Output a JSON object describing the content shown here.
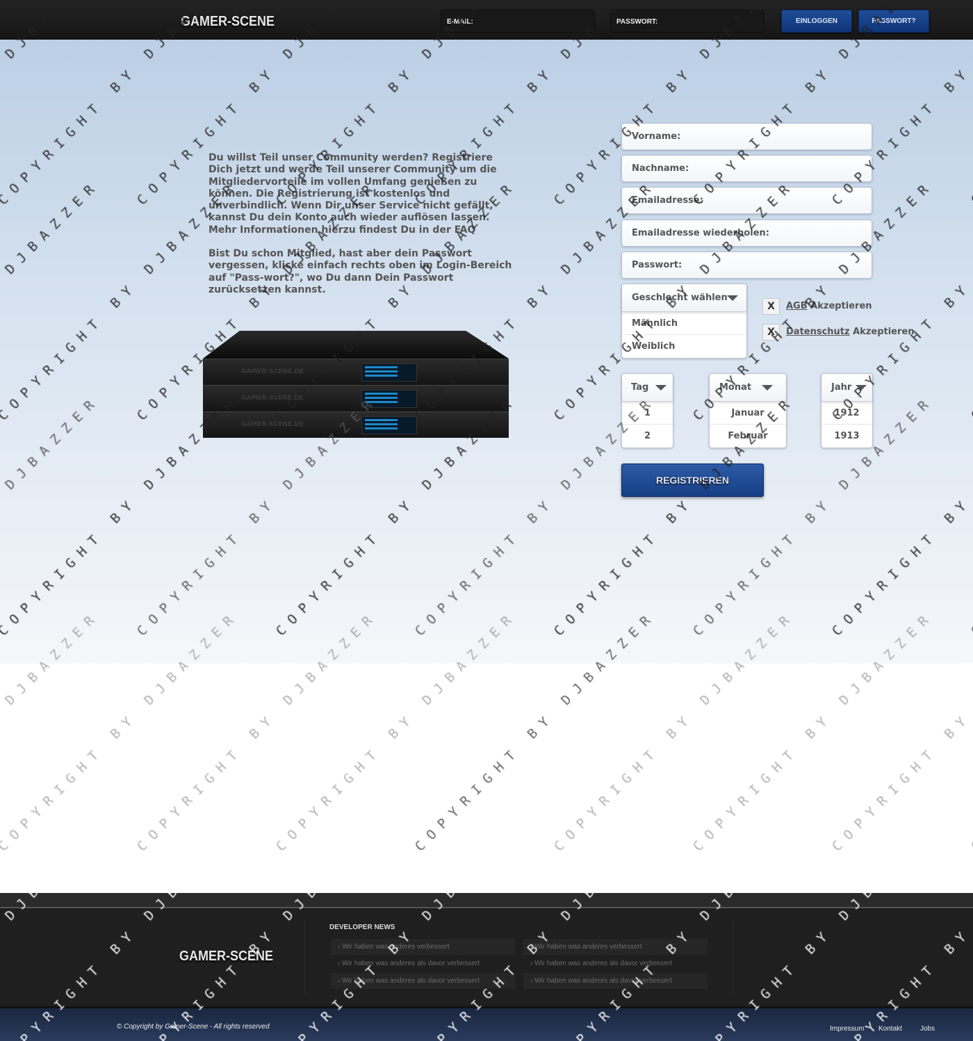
{
  "header": {
    "logo": "GAMER-SCENE",
    "email_placeholder": "E-MAIL:",
    "password_placeholder": "PASSWORT:",
    "login_button": "EINLOGGEN",
    "forgot_button": "PASSWORT?"
  },
  "intro": {
    "p1": "Du willst Teil unser Community werden? Registriere Dich jetzt und werde Teil unserer Community um die Mitgliedervorteile im vollen Umfang genießen zu können. Die Registrierung ist kostenlos und unverbindlich. Wenn Dir unser Service nicht gefällt, kannst Du dein Konto auch wieder auflösen lassen. Mehr Informationen hierzu findest Du in der FAQ",
    "p2": "Bist Du schon Mitglied, hast aber dein Passwort vergessen, klicke einfach rechts oben im Login-Bereich auf \"Pass-wort?\", wo Du dann Dein Passwort zurücksetzen kannst."
  },
  "server": {
    "label": "GAMER-SCENE.DE"
  },
  "form": {
    "fields": [
      "Vorname:",
      "Nachname:",
      "Emailadresse:",
      "Emailadresse wiederholen:",
      "Passwort:"
    ],
    "gender": {
      "label": "Geschlecht wählen",
      "options": [
        "Männlich",
        "Weiblich"
      ]
    },
    "checks": [
      {
        "mark": "X",
        "link": "AGB",
        "text": " Akzeptieren"
      },
      {
        "mark": "X",
        "link": "Datenschutz",
        "text": " Akzeptieren"
      }
    ],
    "day": {
      "label": "Tag",
      "options": [
        "1",
        "2"
      ]
    },
    "month": {
      "label": "Monat",
      "options": [
        "Januar",
        "Februar"
      ]
    },
    "year": {
      "label": "Jahr",
      "options": [
        "1912",
        "1913"
      ]
    },
    "submit": "REGISTRIEREN"
  },
  "footer": {
    "logo": "GAMER-SCENE",
    "news_heading": "DEVELOPER NEWS",
    "news": [
      "Wir haben was anderes verbessert",
      "Wir haben was anderes als davor verbessert",
      "Wir haben was anderes als davor verbessert",
      "Wir haben was anderes verbessert",
      "Wir haben was anderes als davor verbessert",
      "Wir haben was anderes als davor verbessert"
    ],
    "copyright": "© Copyright by Gamer-Scene - All rights reserved",
    "links": [
      "Impressum",
      "Kontakt",
      "Jobs"
    ]
  },
  "watermark": "COPYRIGHT BY DJBAZZER"
}
